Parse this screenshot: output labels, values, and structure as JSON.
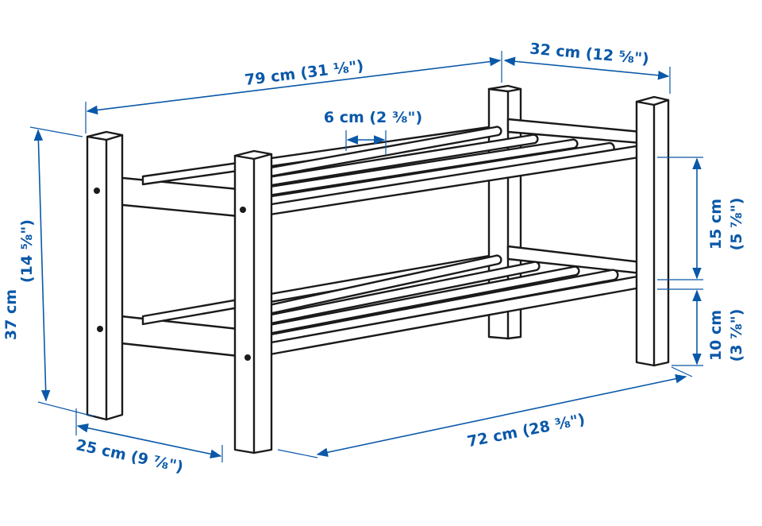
{
  "accent_color": "#0a58a8",
  "line_color": "#1a1a1a",
  "product": "shoe rack",
  "dimensions": {
    "overall_width": "79 cm (31 ⅛\")",
    "depth": "32 cm (12 ⅝\")",
    "rail_gap": "6 cm (2 ⅜\")",
    "shelf_spacing_value": "15 cm",
    "shelf_spacing_inch": "(5 ⅞\")",
    "bottom_clearance_value": "10 cm",
    "bottom_clearance_inch": "(3 ⅞\")",
    "height_value": "37 cm",
    "height_inch": "(14 ⅝\")",
    "inner_width": "72 cm (28 ⅜\")",
    "side_depth": "25 cm (9 ⅞\")"
  }
}
